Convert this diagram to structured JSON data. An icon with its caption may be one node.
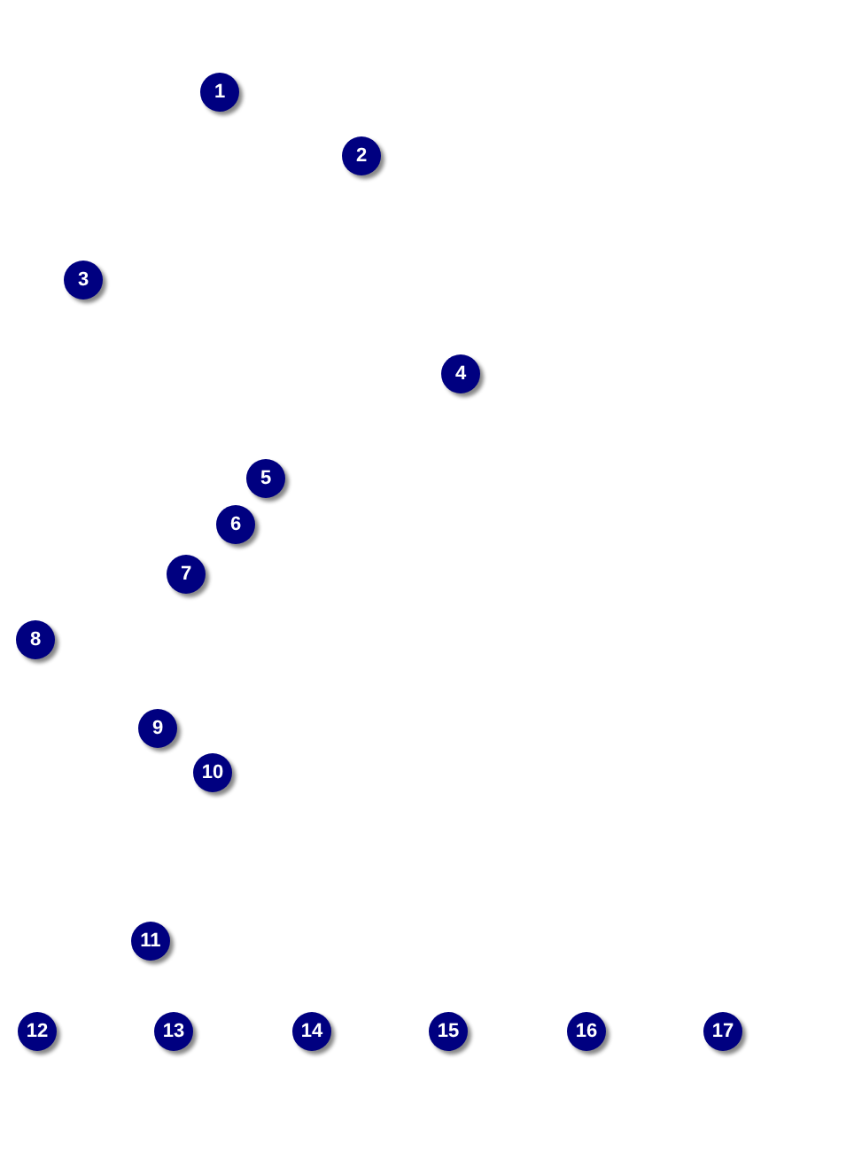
{
  "diagram": {
    "labels": [
      "1",
      "2",
      "3",
      "4",
      "5",
      "6",
      "7",
      "8",
      "9",
      "10",
      "11",
      "12",
      "13",
      "14",
      "15",
      "16",
      "17"
    ]
  }
}
